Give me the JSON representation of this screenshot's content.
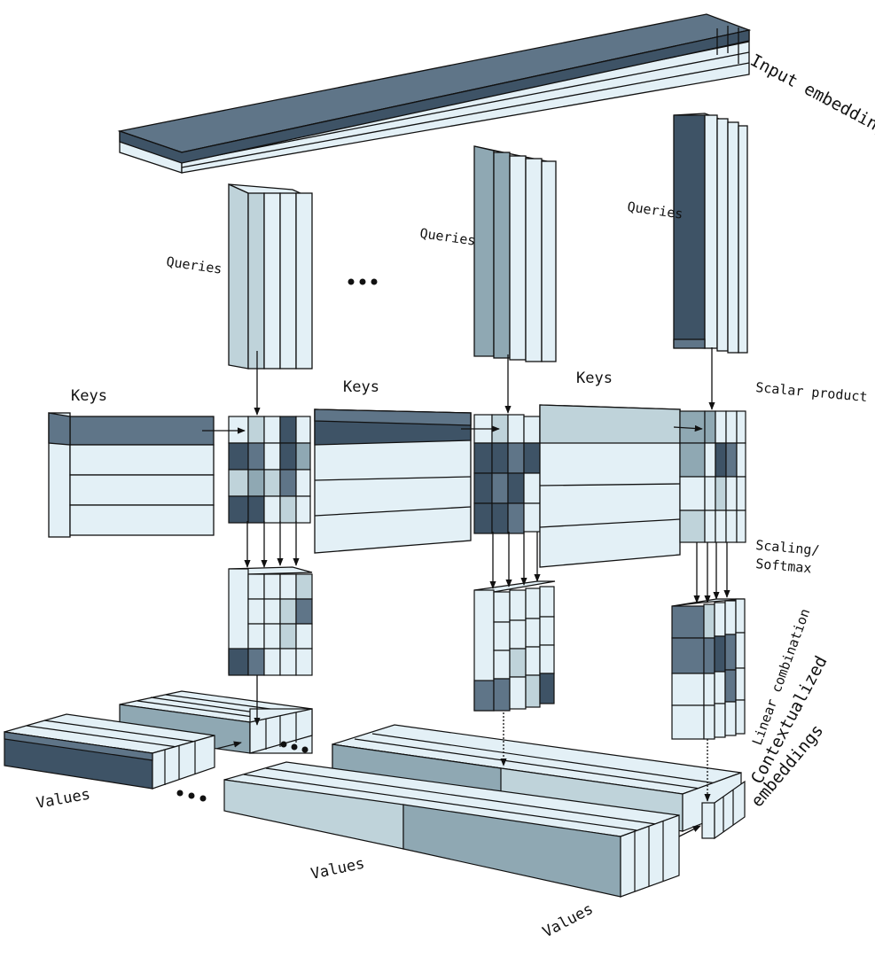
{
  "labels": {
    "input_embeddings": "Input embeddings",
    "queries_1": "Queries",
    "queries_2": "Queries",
    "queries_3": "Queries",
    "keys_1": "Keys",
    "keys_2": "Keys",
    "keys_3": "Keys",
    "scalar_product": "Scalar product",
    "scaling": "Scaling/",
    "softmax": "Softmax",
    "linear_combination": "Linear combination",
    "contextualized": "Contextualized",
    "embeddings": "embeddings",
    "values_1": "Values",
    "values_2": "Values",
    "values_3": "Values"
  },
  "colors": {
    "dark": "#3e5366",
    "medium_dark": "#5f7588",
    "medium": "#8fa8b3",
    "light": "#bfd3da",
    "pale": "#e3f0f6",
    "outline": "#111111"
  }
}
